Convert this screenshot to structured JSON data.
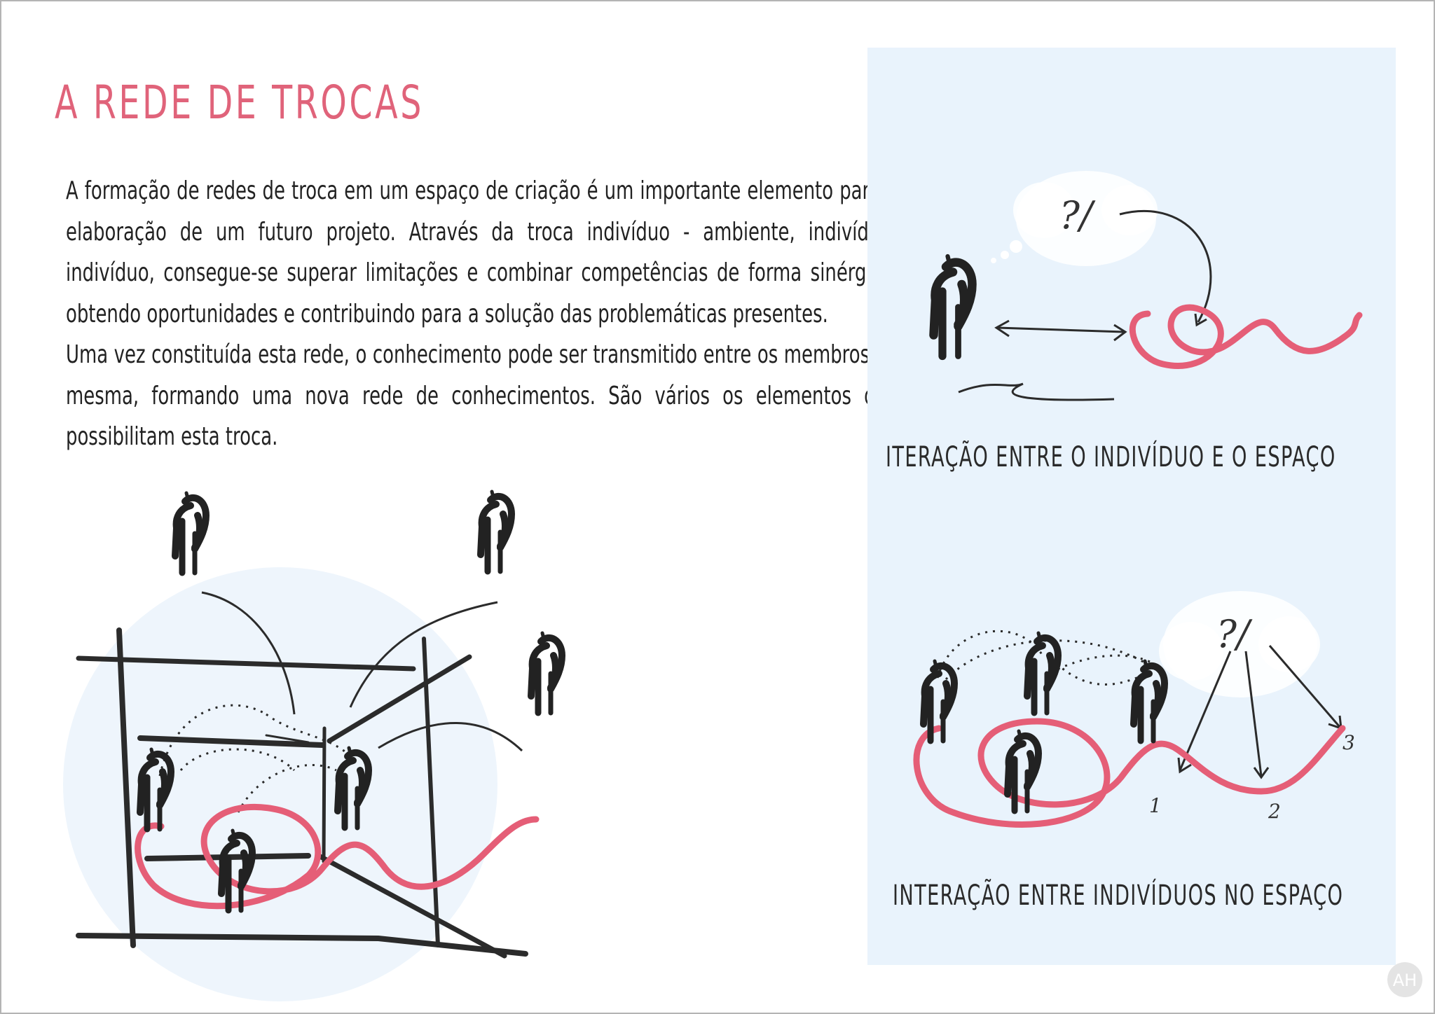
{
  "title": "A REDE DE TROCAS",
  "paragraphs": [
    "A formação de redes de troca em um espaço de criação é um importante elemento para a elaboração  de um futuro projeto. Através da troca indivíduo - ambiente, indivíduo-indivíduo, consegue-se superar limitações e combinar competências de forma sinérgica, obtendo oportunidades e contribuindo para a solução das problemáticas presentes.",
    "Uma vez constituída esta rede, o conhecimento pode ser transmitido entre os membros da mesma, formando uma nova rede de conhecimentos. São vários os elementos que possibilitam esta troca."
  ],
  "right_panel": {
    "caption_top": "ITERAÇÃO ENTRE O INDIVÍDUO E O ESPAÇO",
    "caption_bottom": "INTERAÇÃO ENTRE INDIVÍDUOS NO ESPAÇO",
    "thought_symbol": "?/",
    "step_labels": [
      "1",
      "2",
      "3"
    ]
  },
  "watermark": "AH",
  "colors": {
    "accent": "#e0637a",
    "ink": "#222222",
    "panel_bg": "#e9f3fc",
    "circle_bg": "#eef5fc",
    "rope": "#e55e77"
  },
  "icons": [
    "person-figure-icon",
    "thought-cloud-icon",
    "double-arrow-icon",
    "rope-knot-icon",
    "grid-frame-icon"
  ]
}
